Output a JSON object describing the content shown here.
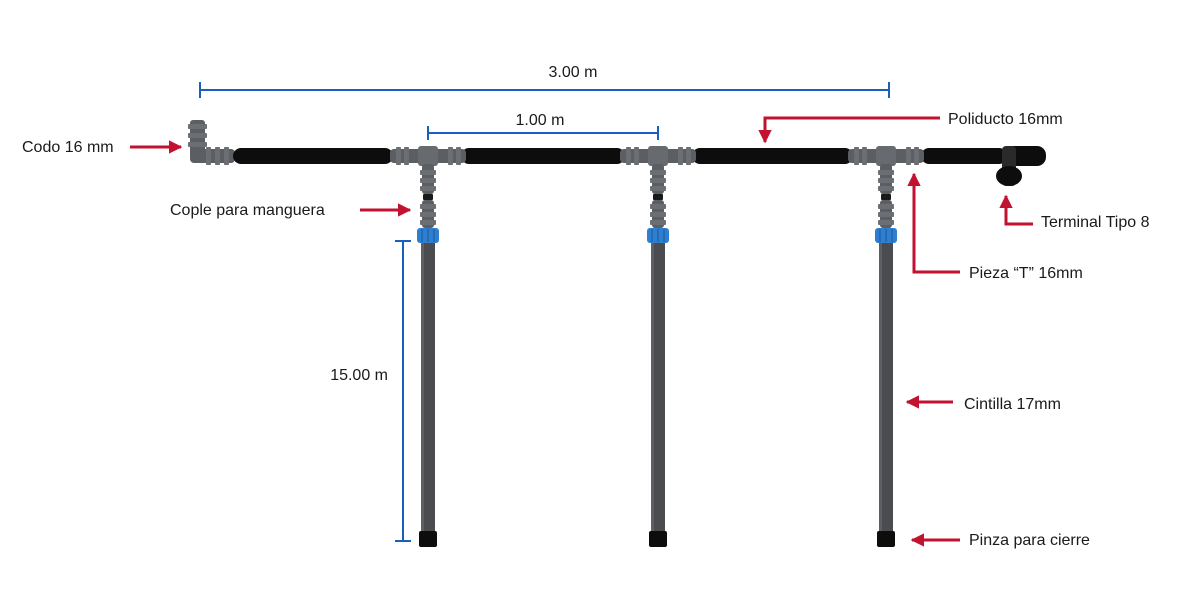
{
  "colors": {
    "pipe_black": "#0d0d0d",
    "fitting_gray": "#5b5e63",
    "tape_gray": "#4a4c50",
    "coupler_blue": "#2f7fd0",
    "arrow_red": "#c1122f",
    "dimension_blue": "#1a5fc0"
  },
  "dimensions": {
    "total_length": "3.00 m",
    "segment_length": "1.00 m",
    "tape_length": "15.00 m"
  },
  "labels": {
    "elbow": "Codo 16 mm",
    "hose_coupler": "Cople para manguera",
    "polyduct": "Poliducto 16mm",
    "terminal": "Terminal Tipo 8",
    "tee": "Pieza “T” 16mm",
    "drip_tape": "Cintilla 17mm",
    "closing_clamp": "Pinza para cierre"
  }
}
